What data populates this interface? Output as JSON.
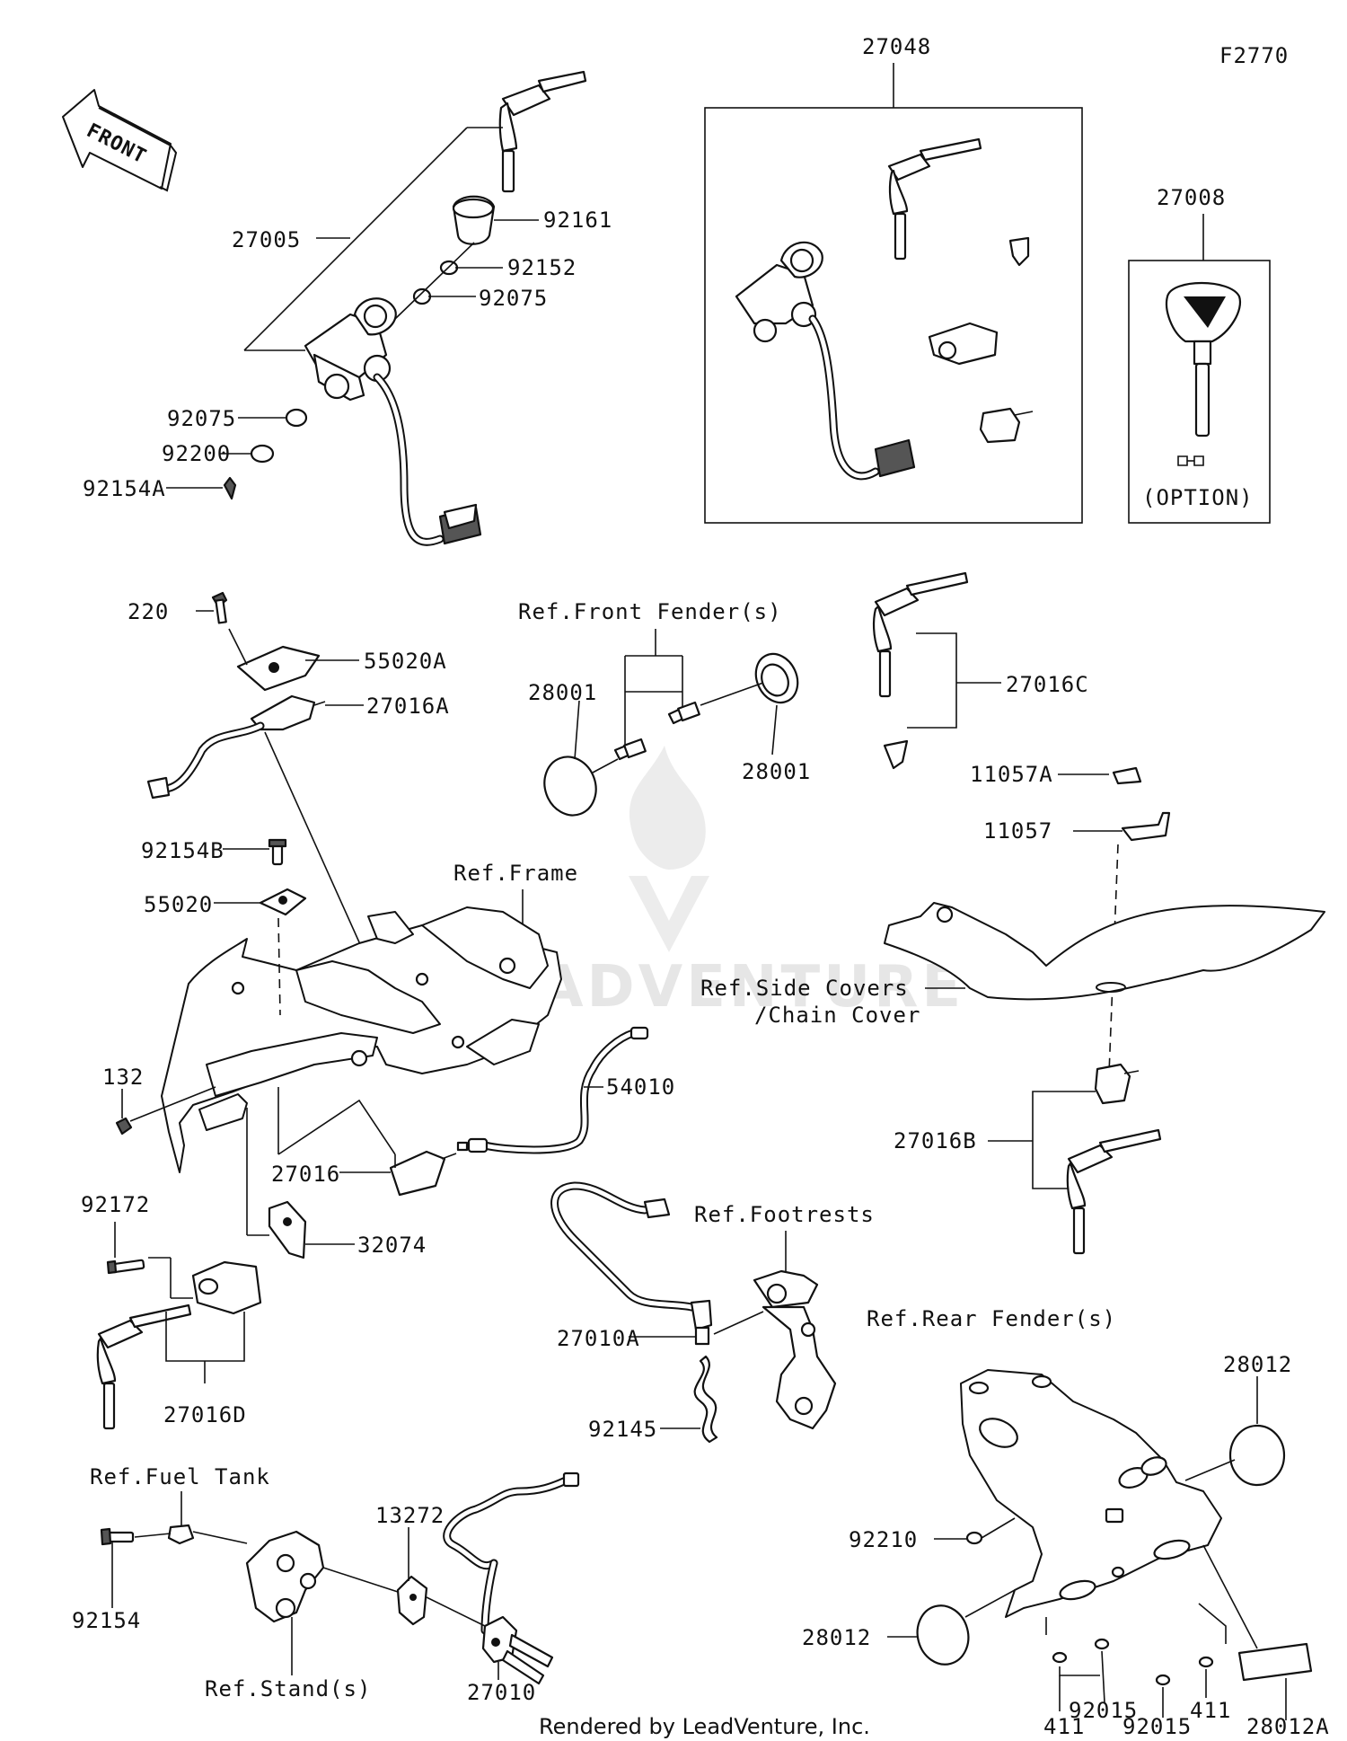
{
  "figure_code": "F2770",
  "front_arrow_text": "FRONT",
  "watermark_text": "ADVENTURE",
  "footer_text": "Rendered by LeadVenture, Inc.",
  "option_text": "(OPTION)",
  "labels": {
    "p27048": "27048",
    "p27008": "27008",
    "p27005": "27005",
    "p92161": "92161",
    "p92152": "92152",
    "p92075a": "92075",
    "p92075b": "92075",
    "p92200": "92200",
    "p92154A": "92154A",
    "p220": "220",
    "p55020A": "55020A",
    "p27016A": "27016A",
    "refFrontFender": "Ref.Front Fender(s)",
    "p28001a": "28001",
    "p28001b": "28001",
    "p27016C": "27016C",
    "p11057A": "11057A",
    "p11057": "11057",
    "p92154B": "92154B",
    "p55020": "55020",
    "refFrame": "Ref.Frame",
    "refSideCovers1": "Ref.Side Covers",
    "refSideCovers2": "/Chain Cover",
    "p132": "132",
    "p54010": "54010",
    "p27016B": "27016B",
    "p27016": "27016",
    "p92172": "92172",
    "p32074": "32074",
    "refFootrests": "Ref.Footrests",
    "p27010A": "27010A",
    "p27016D": "27016D",
    "refRearFender": "Ref.Rear Fender(s)",
    "p28012a": "28012",
    "p92145": "92145",
    "refFuelTank": "Ref.Fuel Tank",
    "p13272": "13272",
    "p92210": "92210",
    "p28012b": "28012",
    "p92154": "92154",
    "refStand": "Ref.Stand(s)",
    "p27010": "27010",
    "p92015a": "92015",
    "p411a": "411",
    "p411b": "411",
    "p92015b": "92015",
    "p28012A": "28012A"
  }
}
